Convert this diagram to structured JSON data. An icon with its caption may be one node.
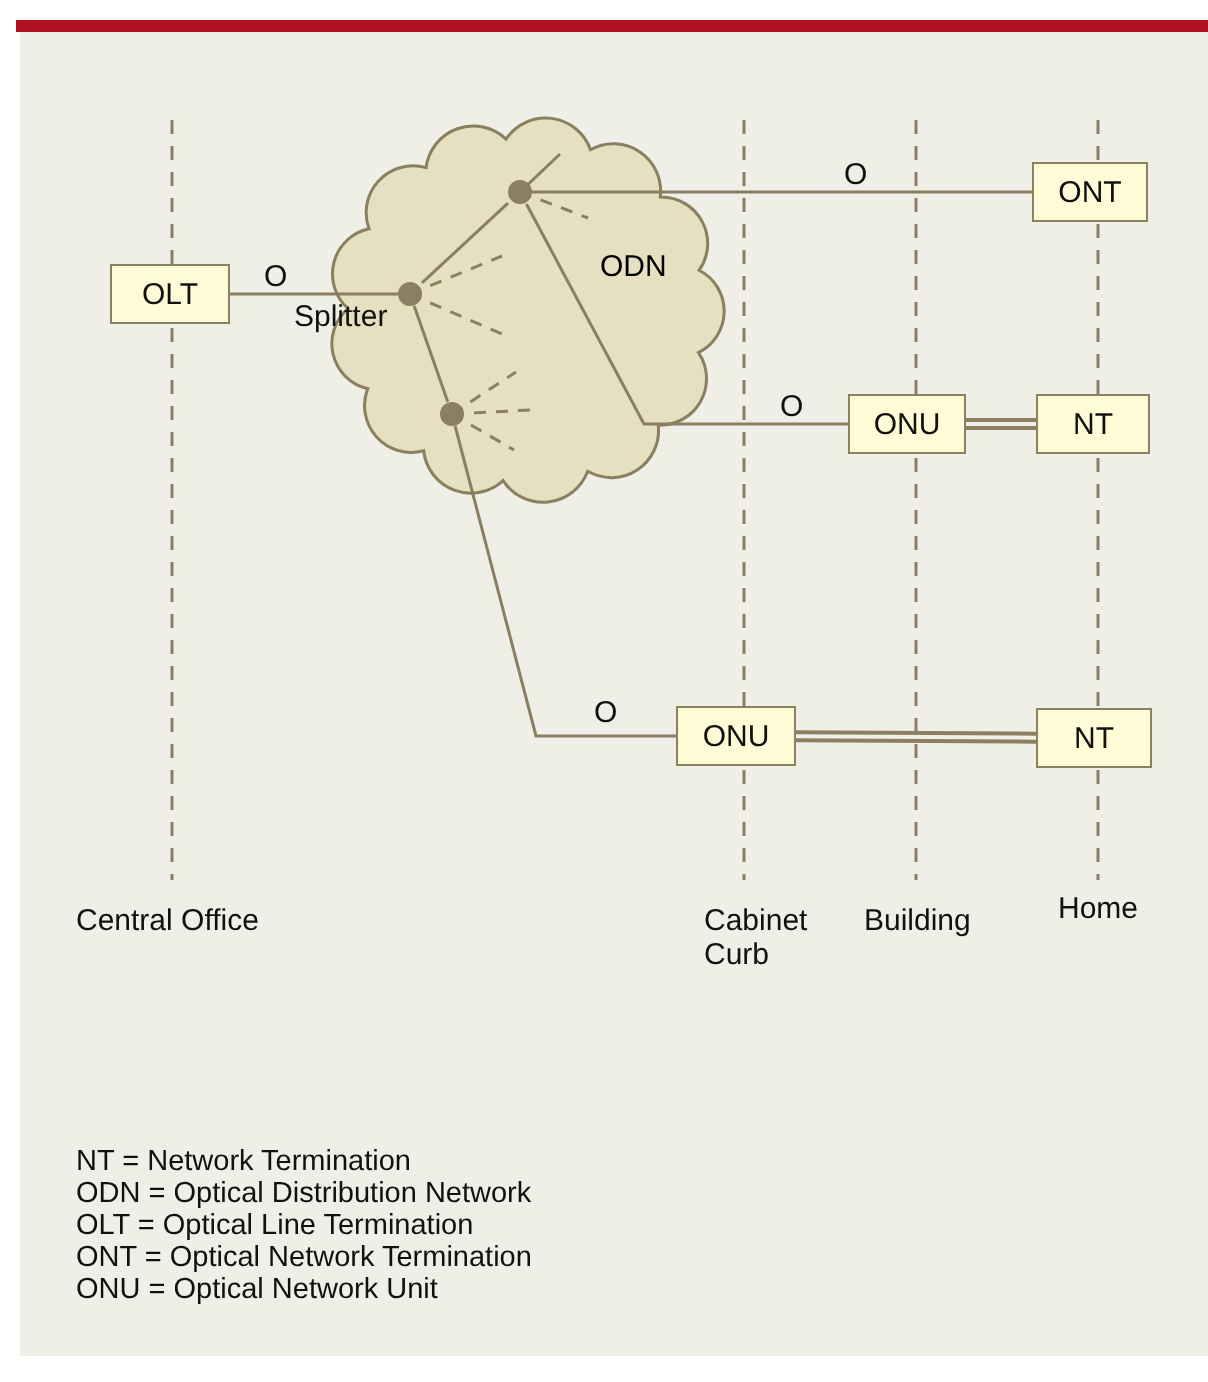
{
  "diagram": {
    "nodes": [
      {
        "text": [
          "ODN"
        ]
      },
      {
        "text": [
          "OLT"
        ]
      },
      {
        "text": [],
        "shape": "circle",
        "in": 0,
        "beside": [
          "Splitter"
        ]
      },
      {
        "text": [],
        "shape": "circle",
        "in": 0
      },
      {
        "text": [],
        "shape": "circle",
        "in": 0
      },
      {
        "text": [
          "ONT"
        ]
      },
      {
        "text": [
          "ONU"
        ]
      },
      {
        "text": [
          "NT"
        ]
      },
      {
        "text": [
          "ONU"
        ]
      },
      {
        "text": [
          "NT"
        ]
      }
    ],
    "edges": [
      {
        "from": 1,
        "to": 2,
        "arrow": "none",
        "label": "O"
      },
      {
        "from": 2,
        "to": 3,
        "arrow": "none"
      },
      {
        "from": 3,
        "to": 5,
        "arrow": "none",
        "label": "O"
      },
      {
        "from": 3,
        "to": 6,
        "arrow": "none",
        "label": "O"
      },
      {
        "from": 2,
        "to": 4,
        "arrow": "none"
      },
      {
        "from": 4,
        "to": 8,
        "arrow": "none",
        "label": "O"
      },
      {
        "from": 6,
        "to": 7,
        "arrow": "none",
        "style": "thick"
      },
      {
        "from": 8,
        "to": 9,
        "arrow": "none",
        "style": "thick"
      }
    ],
    "labels": [
      "Central Office",
      "Cabinet Curb",
      "Building",
      "Home",
      "NT = Network Termination",
      "ODN = Optical Distribution Network",
      "OLT = Optical Line Termination",
      "ONT = Optical Network Termination",
      "ONU = Optical Network Unit"
    ]
  }
}
